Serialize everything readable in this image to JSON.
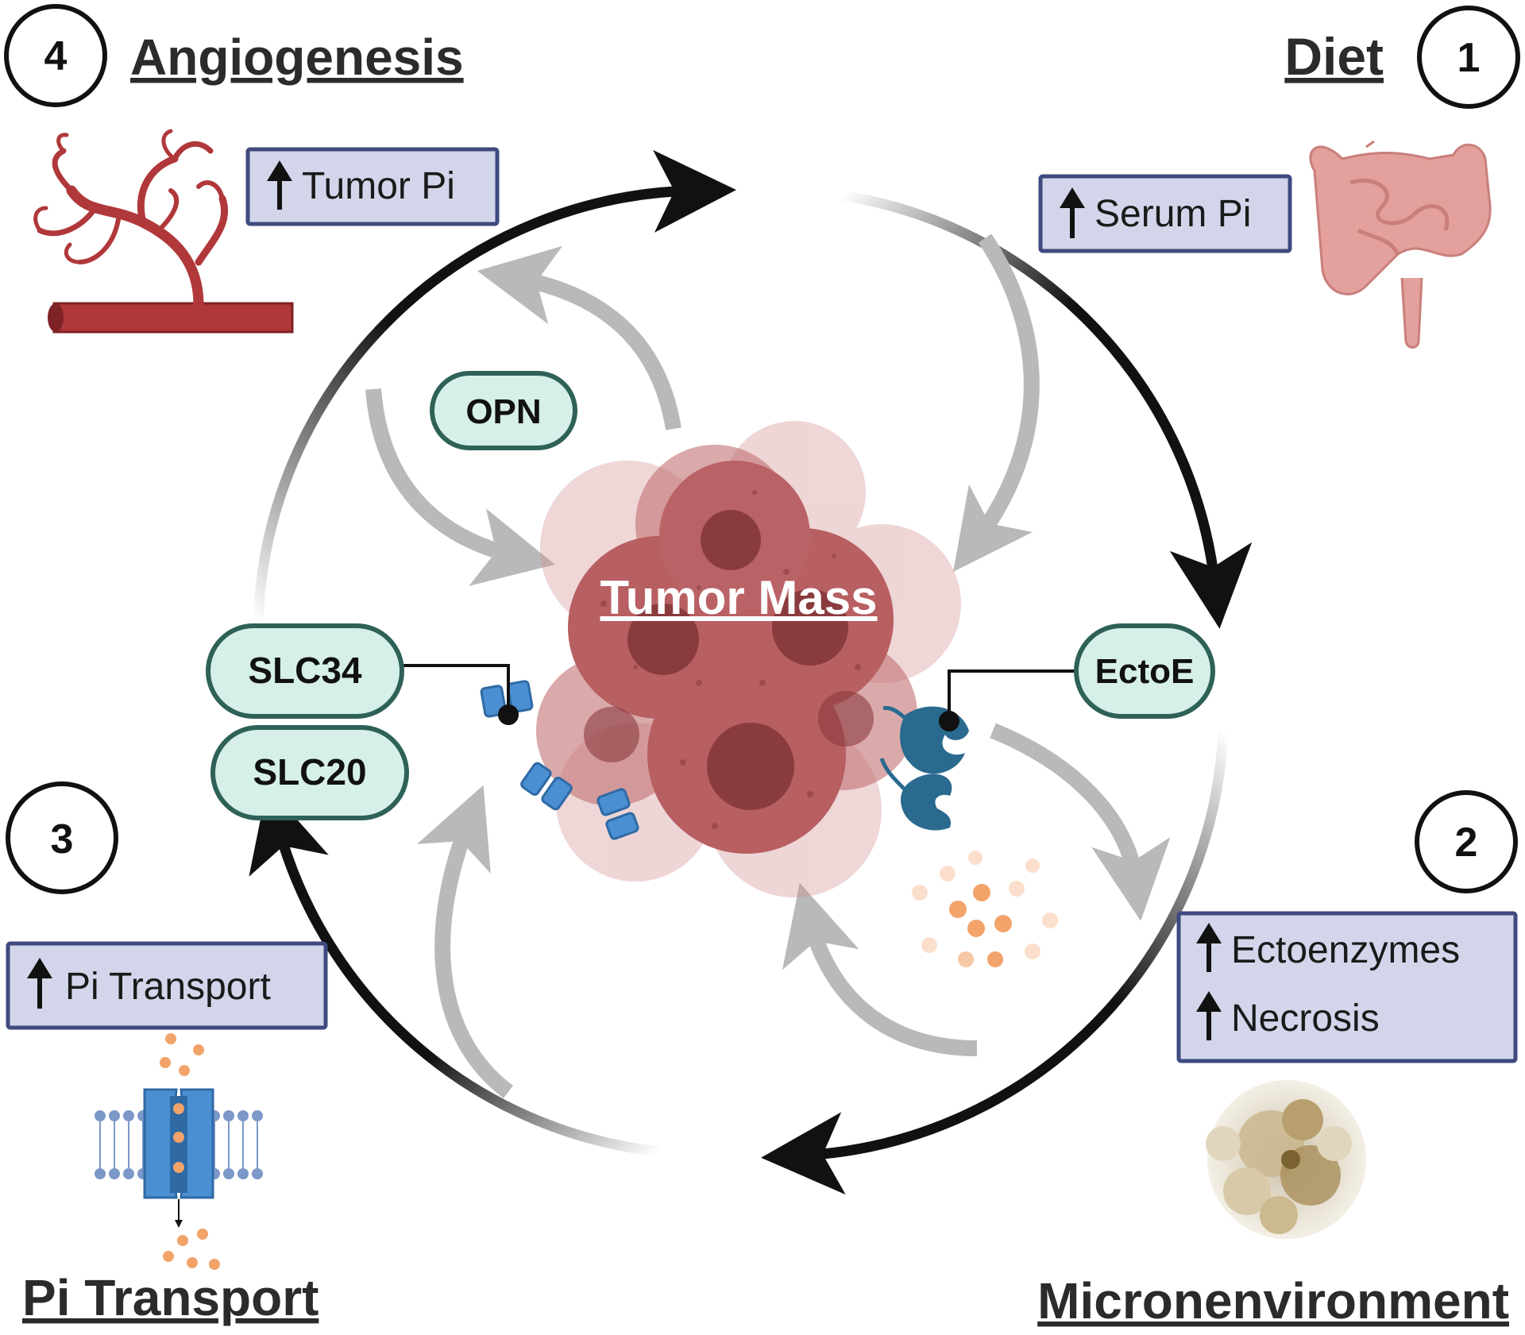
{
  "corners": {
    "diet": {
      "number": "1",
      "title": "Diet",
      "box_lines": [
        "Serum Pi"
      ]
    },
    "micro": {
      "number": "2",
      "title": "Micronenvironment",
      "box_lines": [
        "Ectoenzymes",
        "Necrosis"
      ]
    },
    "transport": {
      "number": "3",
      "title": "Pi Transport",
      "box_lines": [
        "Pi Transport"
      ]
    },
    "angio": {
      "number": "4",
      "title": "Angiogenesis",
      "box_lines": [
        "Tumor Pi"
      ]
    }
  },
  "pills": {
    "opn": "OPN",
    "slc34": "SLC34",
    "slc20": "SLC20",
    "ectoe": "EctoE"
  },
  "center_label": "Tumor Mass",
  "colors": {
    "box_fill": "#d3d6ea",
    "box_stroke": "#3f4a7e",
    "pill_fill": "#d6efe9",
    "pill_stroke": "#2e6157",
    "arrow_dark": "#111111",
    "arrow_light": "#b9b9b9",
    "tumor": "#b85f62",
    "nucleus": "#8a3b3e",
    "vessel": "#b0383a",
    "intestine": "#e4a09c",
    "transporter": "#4a8fd1",
    "enzyme": "#2a6a8f",
    "particle": "#f2a36a",
    "necrosis": "#b9a27e"
  },
  "icons": [
    "blood-vessel-icon",
    "intestine-icon",
    "transporter-icon",
    "ectoenzyme-icon",
    "necrosis-icon",
    "phosphate-particle-icon"
  ]
}
